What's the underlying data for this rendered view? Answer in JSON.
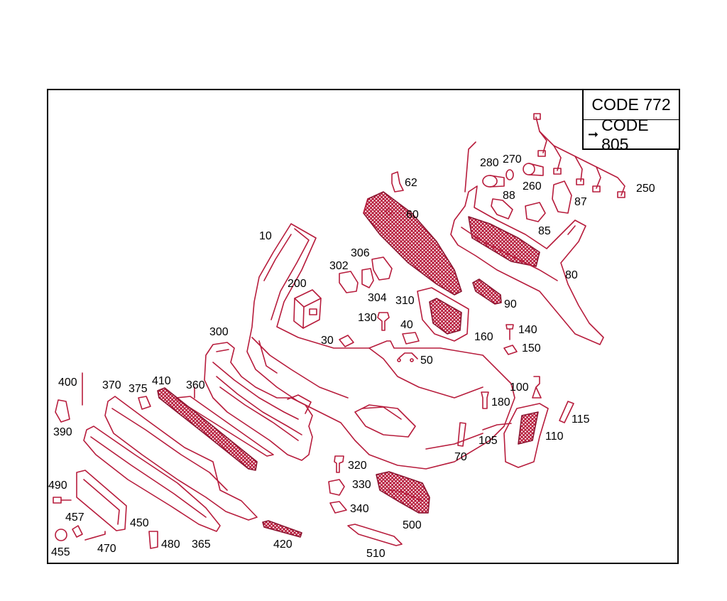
{
  "legend": {
    "code_772": "CODE 772",
    "code_805": "CODE 805",
    "arrow_icon": "right-arrow-icon"
  },
  "parts": {
    "p10": "10",
    "p30": "30",
    "p40": "40",
    "p50": "50",
    "p60": "60",
    "p62": "62",
    "p70": "70",
    "p80": "80",
    "p85": "85",
    "p87": "87",
    "p88": "88",
    "p90": "90",
    "p100": "100",
    "p105": "105",
    "p110": "110",
    "p115": "115",
    "p130": "130",
    "p140": "140",
    "p150": "150",
    "p160": "160",
    "p180": "180",
    "p200": "200",
    "p250": "250",
    "p260": "260",
    "p270": "270",
    "p280": "280",
    "p300": "300",
    "p302": "302",
    "p304": "304",
    "p306": "306",
    "p310": "310",
    "p320": "320",
    "p330": "330",
    "p340": "340",
    "p360": "360",
    "p365": "365",
    "p370": "370",
    "p375": "375",
    "p390": "390",
    "p400": "400",
    "p410": "410",
    "p420": "420",
    "p450": "450",
    "p455": "455",
    "p457": "457",
    "p470": "470",
    "p480": "480",
    "p490": "490",
    "p500": "500",
    "p510": "510"
  },
  "colors": {
    "line": "#b71c3c",
    "frame": "#000000"
  }
}
